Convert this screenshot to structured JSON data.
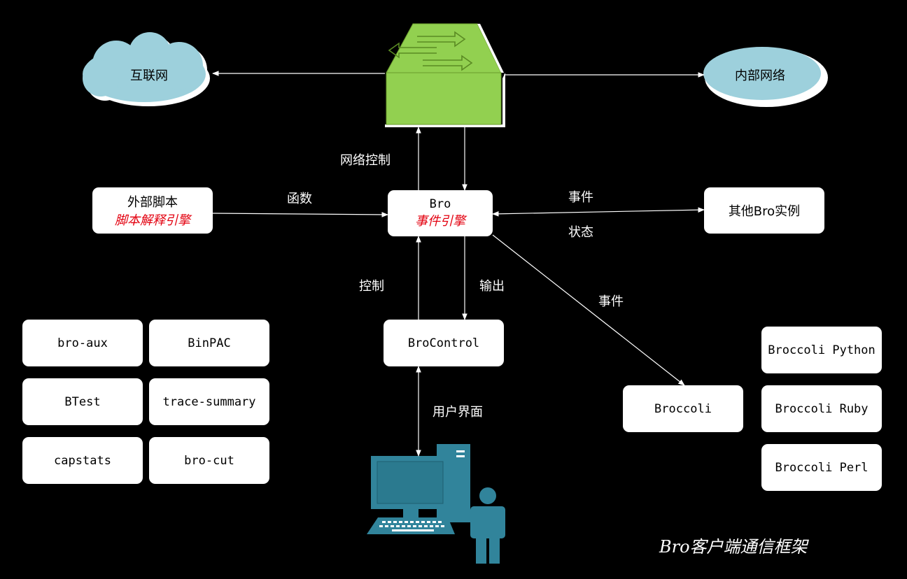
{
  "nodes": {
    "internet": "互联网",
    "intranet": "内部网络",
    "external_script": {
      "line1": "外部脚本",
      "line2": "脚本解释引擎"
    },
    "bro": {
      "line1": "Bro",
      "line2": "事件引擎"
    },
    "other_bro": "其他Bro实例",
    "brocontrol": "BroControl",
    "broccoli": "Broccoli",
    "tools": [
      "bro-aux",
      "BinPAC",
      "BTest",
      "trace-summary",
      "capstats",
      "bro-cut"
    ],
    "broccoli_bindings": [
      "Broccoli Python",
      "Broccoli Ruby",
      "Broccoli Perl"
    ]
  },
  "edge_labels": {
    "network_control": "网络控制",
    "function": "函数",
    "event_top": "事件",
    "state": "状态",
    "control": "控制",
    "output": "输出",
    "event_diag": "事件",
    "user_interface": "用户界面"
  },
  "title": "Bro客户端通信框架",
  "colors": {
    "background": "#000000",
    "switch_green": "#92d050",
    "cloud_blue": "#9dd0dc",
    "computer_teal": "#31849b",
    "accent_red": "#e3000f"
  },
  "icons": [
    "cloud-icon",
    "ellipse-network-icon",
    "network-switch-icon",
    "computer-icon",
    "user-person-icon"
  ]
}
